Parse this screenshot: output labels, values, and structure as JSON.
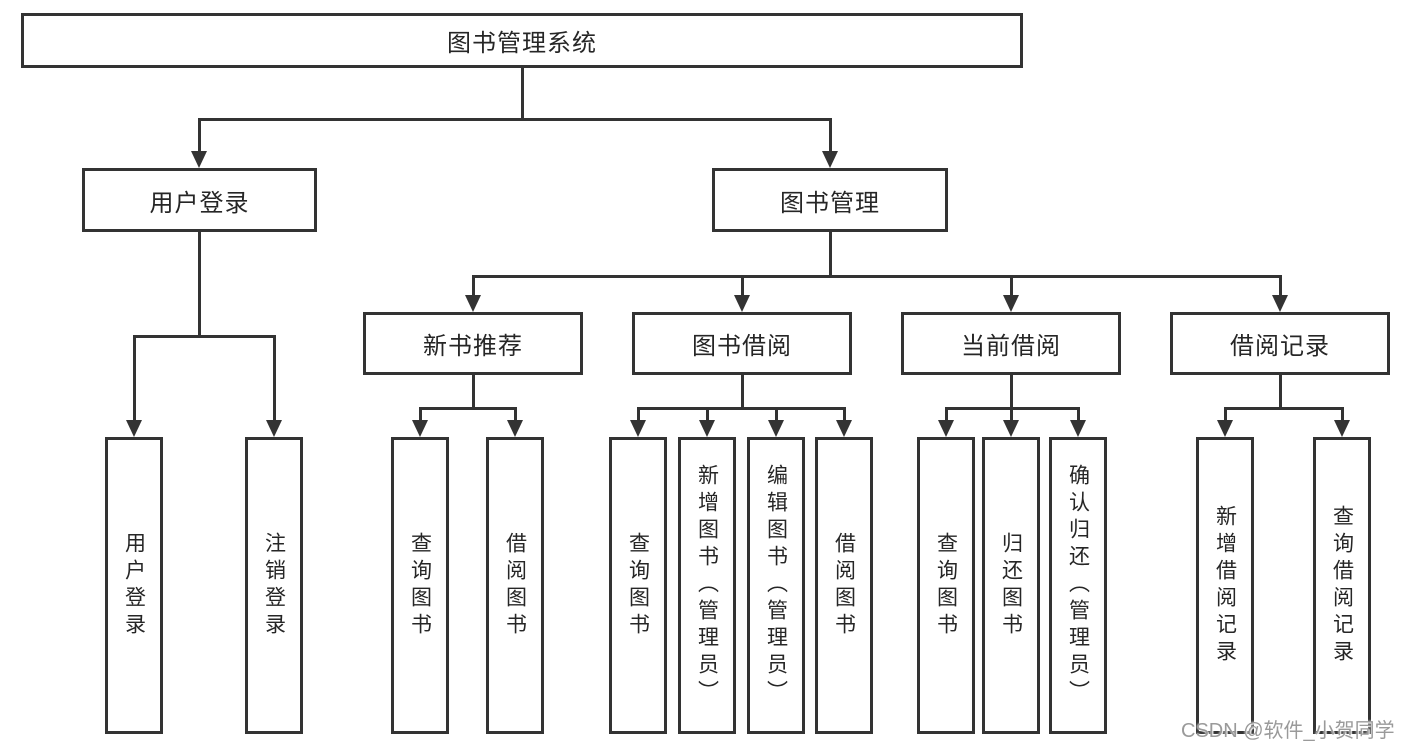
{
  "tree": {
    "root": "图书管理系统",
    "level2": [
      {
        "label": "用户登录",
        "children": [
          "用户登录",
          "注销登录"
        ]
      },
      {
        "label": "图书管理",
        "children": [
          {
            "label": "新书推荐",
            "children": [
              "查询图书",
              "借阅图书"
            ]
          },
          {
            "label": "图书借阅",
            "children": [
              "查询图书",
              "新增图书（管理员）",
              "编辑图书（管理员）",
              "借阅图书"
            ]
          },
          {
            "label": "当前借阅",
            "children": [
              "查询图书",
              "归还图书",
              "确认归还（管理员）"
            ]
          },
          {
            "label": "借阅记录",
            "children": [
              "新增借阅记录",
              "查询借阅记录"
            ]
          }
        ]
      }
    ]
  },
  "watermark": {
    "text": "CSDN @软件_小贺同学"
  },
  "colors": {
    "line": "#333333",
    "text": "#262626",
    "background": "#ffffff",
    "watermark": "#9a9a9a"
  }
}
